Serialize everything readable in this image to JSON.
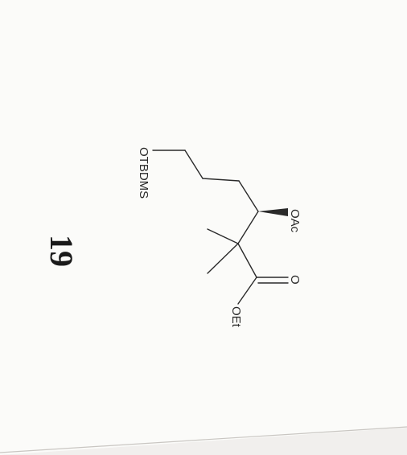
{
  "compound": {
    "number": "19"
  },
  "labels": {
    "otbdms": "OTBDMS",
    "oac": "OAc",
    "carbonyl_o": "O",
    "oet": "OEt"
  },
  "colors": {
    "ink": "#2a2a2a",
    "paper": "#fbfbf9",
    "offpage": "#f1efed"
  }
}
